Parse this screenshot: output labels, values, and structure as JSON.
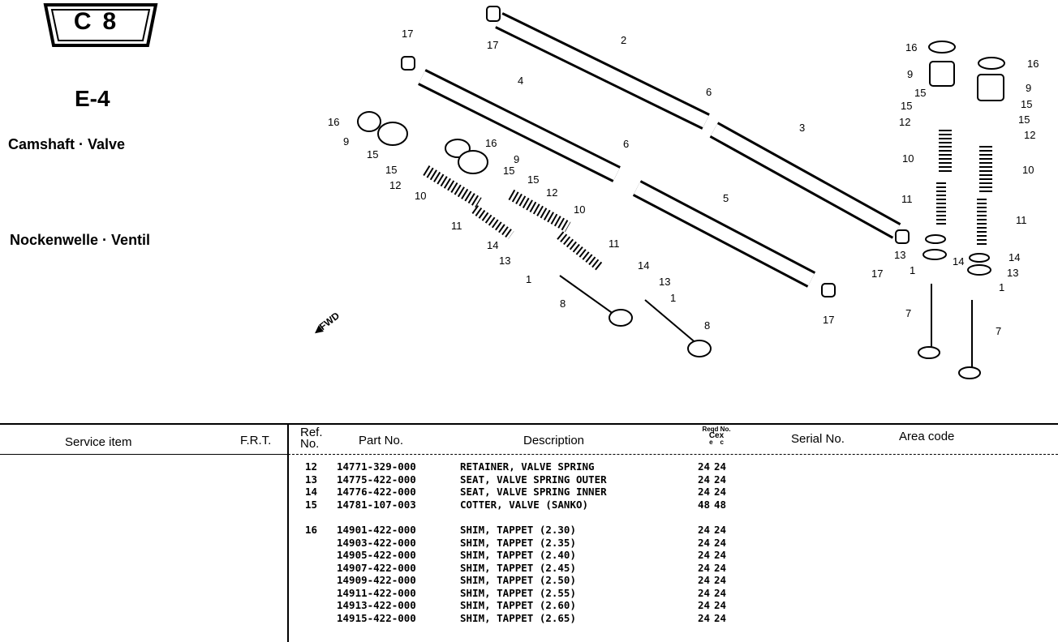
{
  "header": {
    "badge": "C8",
    "section": "E-4",
    "title_en": "Camshaft · Valve",
    "title_de": "Nockenwelle · Ventil",
    "fwd_label": "FWD"
  },
  "callouts": [
    "17",
    "17",
    "2",
    "4",
    "6",
    "3",
    "16",
    "9",
    "15",
    "15",
    "12",
    "10",
    "16",
    "9",
    "15",
    "15",
    "12",
    "10",
    "6",
    "5",
    "11",
    "14",
    "13",
    "1",
    "11",
    "14",
    "13",
    "1",
    "8",
    "8",
    "17",
    "17",
    "16",
    "9",
    "15",
    "15",
    "12",
    "10",
    "11",
    "13",
    "14",
    "1",
    "7",
    "16",
    "9",
    "15",
    "15",
    "12",
    "10",
    "11",
    "14",
    "13",
    "1",
    "7"
  ],
  "table": {
    "headers": {
      "service_item": "Service item",
      "frt": "F.R.T.",
      "ref_no": "Ref. No.",
      "part_no": "Part No.",
      "description": "Description",
      "reqd_no": "Reqd No.",
      "reqd_sub": "Cex",
      "reqd_e": "e",
      "reqd_c": "c",
      "serial_no": "Serial No.",
      "area_code": "Area code"
    },
    "rows": [
      {
        "ref": "12",
        "part": "14771-329-000",
        "desc": "RETAINER, VALVE SPRING",
        "qe": "24",
        "qc": "24"
      },
      {
        "ref": "13",
        "part": "14775-422-000",
        "desc": "SEAT, VALVE SPRING OUTER",
        "qe": "24",
        "qc": "24"
      },
      {
        "ref": "14",
        "part": "14776-422-000",
        "desc": "SEAT, VALVE SPRING INNER",
        "qe": "24",
        "qc": "24"
      },
      {
        "ref": "15",
        "part": "14781-107-003",
        "desc": "COTTER, VALVE (SANKO)",
        "qe": "48",
        "qc": "48"
      },
      {
        "ref": "16",
        "part": "14901-422-000",
        "desc": "SHIM, TAPPET (2.30)",
        "qe": "24",
        "qc": "24"
      },
      {
        "ref": "",
        "part": "14903-422-000",
        "desc": "SHIM, TAPPET (2.35)",
        "qe": "24",
        "qc": "24"
      },
      {
        "ref": "",
        "part": "14905-422-000",
        "desc": "SHIM, TAPPET (2.40)",
        "qe": "24",
        "qc": "24"
      },
      {
        "ref": "",
        "part": "14907-422-000",
        "desc": "SHIM, TAPPET (2.45)",
        "qe": "24",
        "qc": "24"
      },
      {
        "ref": "",
        "part": "14909-422-000",
        "desc": "SHIM, TAPPET (2.50)",
        "qe": "24",
        "qc": "24"
      },
      {
        "ref": "",
        "part": "14911-422-000",
        "desc": "SHIM, TAPPET (2.55)",
        "qe": "24",
        "qc": "24"
      },
      {
        "ref": "",
        "part": "14913-422-000",
        "desc": "SHIM, TAPPET (2.60)",
        "qe": "24",
        "qc": "24"
      },
      {
        "ref": "",
        "part": "14915-422-000",
        "desc": "SHIM, TAPPET (2.65)",
        "qe": "24",
        "qc": "24"
      }
    ]
  }
}
